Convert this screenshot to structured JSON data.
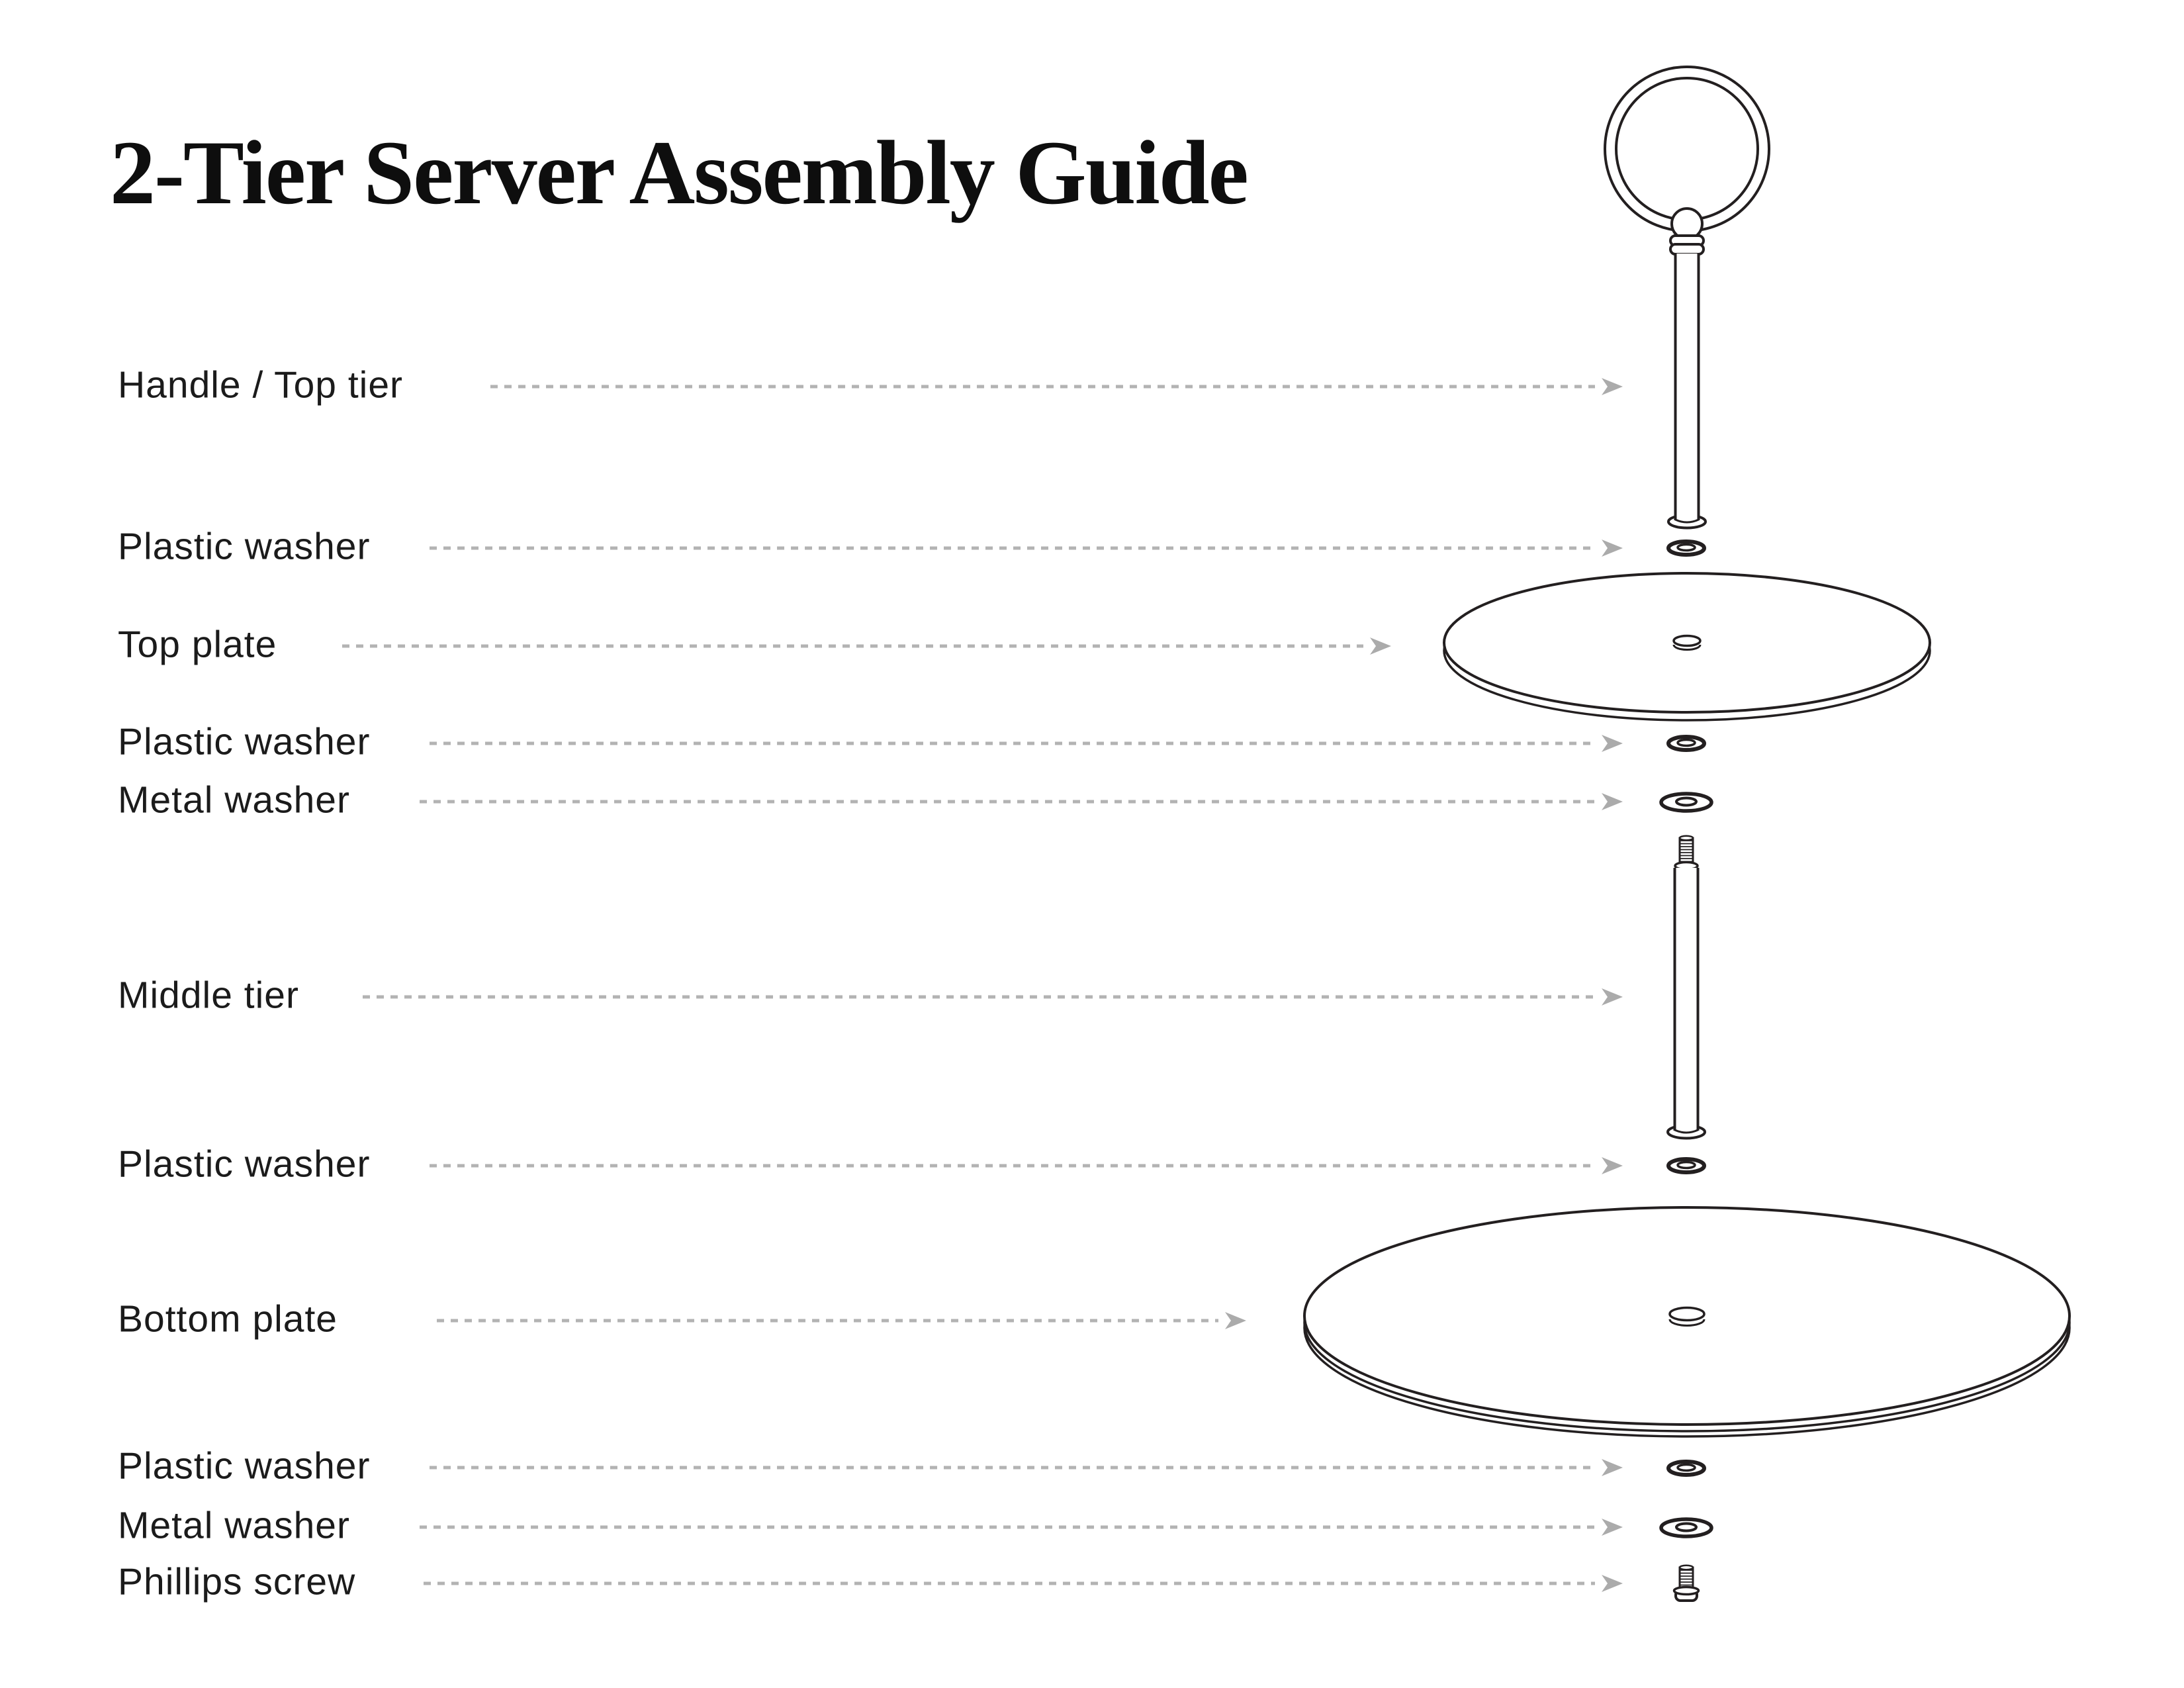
{
  "title": "2-Tier Server Assembly Guide",
  "diagram": {
    "parts": [
      {
        "id": "handle-top-tier",
        "label": "Handle / Top tier"
      },
      {
        "id": "plastic-washer-1",
        "label": "Plastic washer"
      },
      {
        "id": "top-plate",
        "label": "Top plate"
      },
      {
        "id": "plastic-washer-2",
        "label": "Plastic washer"
      },
      {
        "id": "metal-washer-1",
        "label": "Metal washer"
      },
      {
        "id": "middle-tier",
        "label": "Middle tier"
      },
      {
        "id": "plastic-washer-3",
        "label": "Plastic washer"
      },
      {
        "id": "bottom-plate",
        "label": "Bottom plate"
      },
      {
        "id": "plastic-washer-4",
        "label": "Plastic washer"
      },
      {
        "id": "metal-washer-2",
        "label": "Metal washer"
      },
      {
        "id": "phillips-screw",
        "label": "Phillips screw"
      }
    ]
  },
  "colors": {
    "ink": "#231f20",
    "label_text": "#1b1b1b",
    "dash_line": "#b3b3b3",
    "arrowhead": "#ababab",
    "background": "#ffffff"
  }
}
